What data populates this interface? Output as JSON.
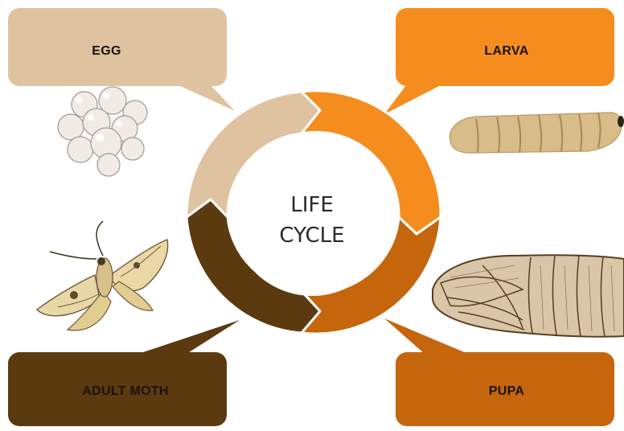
{
  "center": {
    "line1": "LIFE",
    "line2": "CYCLE"
  },
  "stages": [
    {
      "id": "egg",
      "label": "EGG",
      "color": "#dfc3a0"
    },
    {
      "id": "larva",
      "label": "LARVA",
      "color": "#f58d1e"
    },
    {
      "id": "pupa",
      "label": "PUPA",
      "color": "#c5660d"
    },
    {
      "id": "adult",
      "label": "ADULT MOTH",
      "color": "#5c3a10"
    }
  ],
  "illustrations": [
    "egg-cluster-illustration",
    "larva-illustration",
    "pupa-illustration",
    "moth-illustration"
  ]
}
